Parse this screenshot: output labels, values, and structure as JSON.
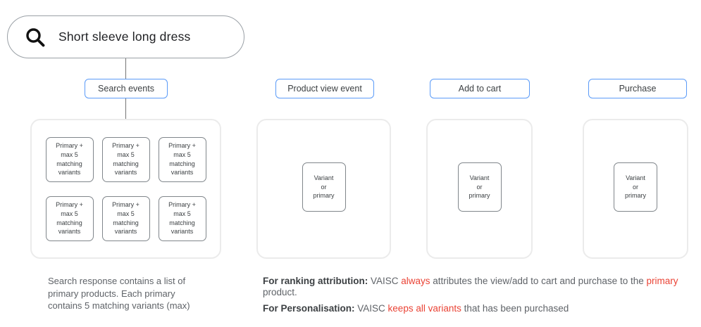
{
  "search_bar": {
    "query": "Short sleeve long dress",
    "icon": "search-icon"
  },
  "colors": {
    "accent_blue": "#5b9bf8",
    "red": "#ea4335",
    "gray_text": "#5f6368",
    "dark_text": "#3c4043",
    "box_border": "#80868b",
    "container_border": "#ebebeb",
    "pill_border": "#9aa0a6"
  },
  "columns": [
    {
      "label": "Search events",
      "boxes": [
        "Primary +\nmax 5\nmatching\nvariants",
        "Primary +\nmax 5\nmatching\nvariants",
        "Primary +\nmax 5\nmatching\nvariants",
        "Primary +\nmax 5\nmatching\nvariants",
        "Primary +\nmax 5\nmatching\nvariants",
        "Primary +\nmax 5\nmatching\nvariants"
      ]
    },
    {
      "label": "Product view event",
      "boxes": [
        "Variant\nor\nprimary"
      ]
    },
    {
      "label": "Add to cart",
      "boxes": [
        "Variant\nor\nprimary"
      ]
    },
    {
      "label": "Purchase",
      "boxes": [
        "Variant\nor\nprimary"
      ]
    }
  ],
  "caption": "Search response contains a list of\nprimary products. Each primary\ncontains 5 matching variants (max)",
  "annotations": [
    {
      "segments": [
        {
          "text": "For ranking attribution:",
          "style": "bold"
        },
        {
          "text": " VAISC ",
          "style": "normal"
        },
        {
          "text": "always",
          "style": "red"
        },
        {
          "text": " attributes the view/add to cart and purchase to the ",
          "style": "normal"
        },
        {
          "text": "primary",
          "style": "red"
        },
        {
          "text": " product.",
          "style": "normal"
        }
      ]
    },
    {
      "segments": [
        {
          "text": "For Personalisation:",
          "style": "bold"
        },
        {
          "text": " VAISC ",
          "style": "normal"
        },
        {
          "text": "keeps all variants",
          "style": "red"
        },
        {
          "text": " that has been purchased",
          "style": "normal"
        }
      ]
    }
  ]
}
